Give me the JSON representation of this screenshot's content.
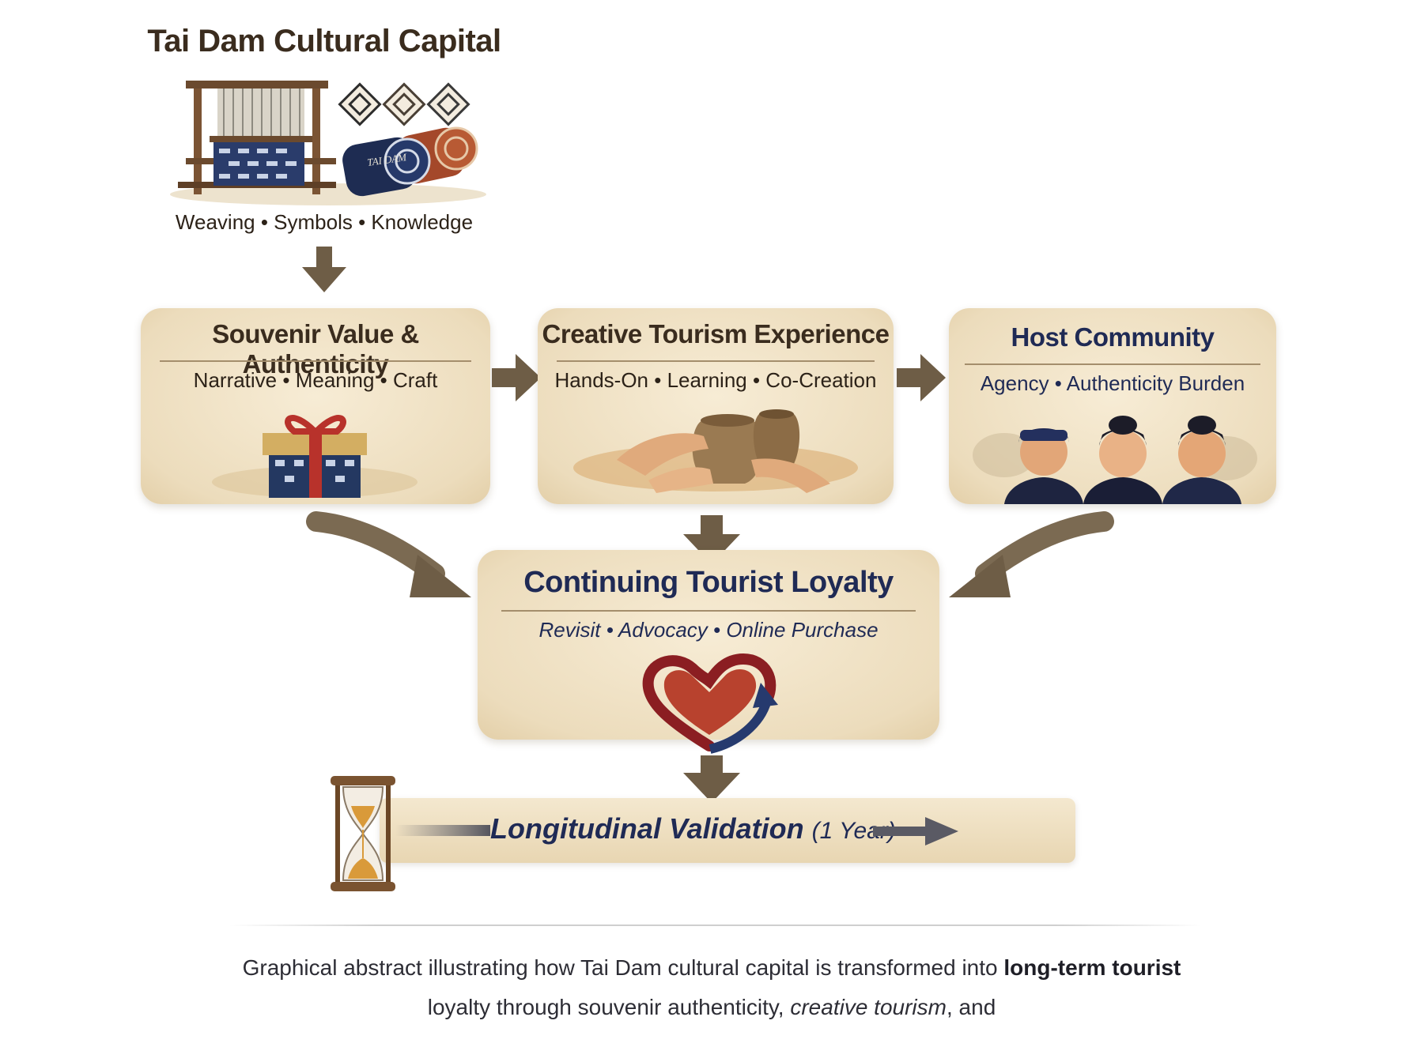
{
  "cultural_capital": {
    "title": "Tai Dam Cultural Capital",
    "subtitle": "Weaving • Symbols • Knowledge",
    "fabric_label": "TAI DAM"
  },
  "souvenir": {
    "title": "Souvenir Value & Authenticity",
    "subtitle": "Narrative • Meaning • Craft"
  },
  "creative": {
    "title": "Creative Tourism Experience",
    "subtitle": "Hands-On • Learning • Co-Creation"
  },
  "host": {
    "title": "Host Community",
    "subtitle": "Agency • Authenticity Burden"
  },
  "loyalty": {
    "title": "Continuing Tourist Loyalty",
    "subtitle": "Revisit • Advocacy • Online Purchase"
  },
  "longitudinal": {
    "label": "Longitudinal Validation",
    "duration": "(1 Year)"
  },
  "caption": {
    "part1": "Graphical abstract illustrating how Tai Dam cultural capital is transformed into ",
    "bold": "long-term tourist",
    "part2": " loyalty through souvenir authenticity, ",
    "italic": "creative tourism",
    "part3": ", and"
  },
  "colors": {
    "card": "#ecdcbc",
    "arrow": "#6e5d46",
    "navy": "#1f2a55",
    "brown_text": "#3a2c1e"
  }
}
